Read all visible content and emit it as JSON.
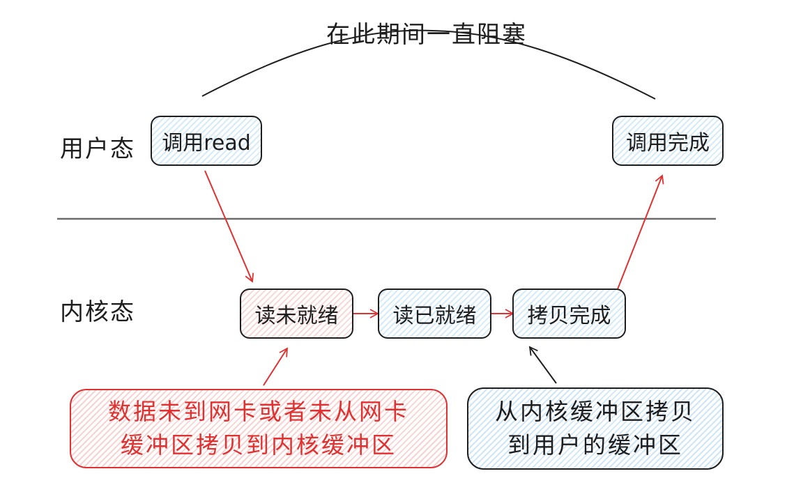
{
  "diagram": {
    "title": "在此期间一直阻塞",
    "lanes": {
      "user": "用户态",
      "kernel": "内核态"
    },
    "nodes": {
      "call_read": "调用read",
      "call_done": "调用完成",
      "not_ready": "读未就绪",
      "ready": "读已就绪",
      "copy_done": "拷贝完成"
    },
    "notes": {
      "red": [
        "数据未到网卡或者未从网卡",
        "缓冲区拷贝到内核缓冲区"
      ],
      "blue": [
        "从内核缓冲区拷贝",
        "到用户的缓冲区"
      ]
    },
    "colors": {
      "arrow_red": "#e03131",
      "stroke": "#1e1e1e",
      "fill_blue": "#d6ebf8",
      "fill_pink": "#f8d9da"
    }
  }
}
